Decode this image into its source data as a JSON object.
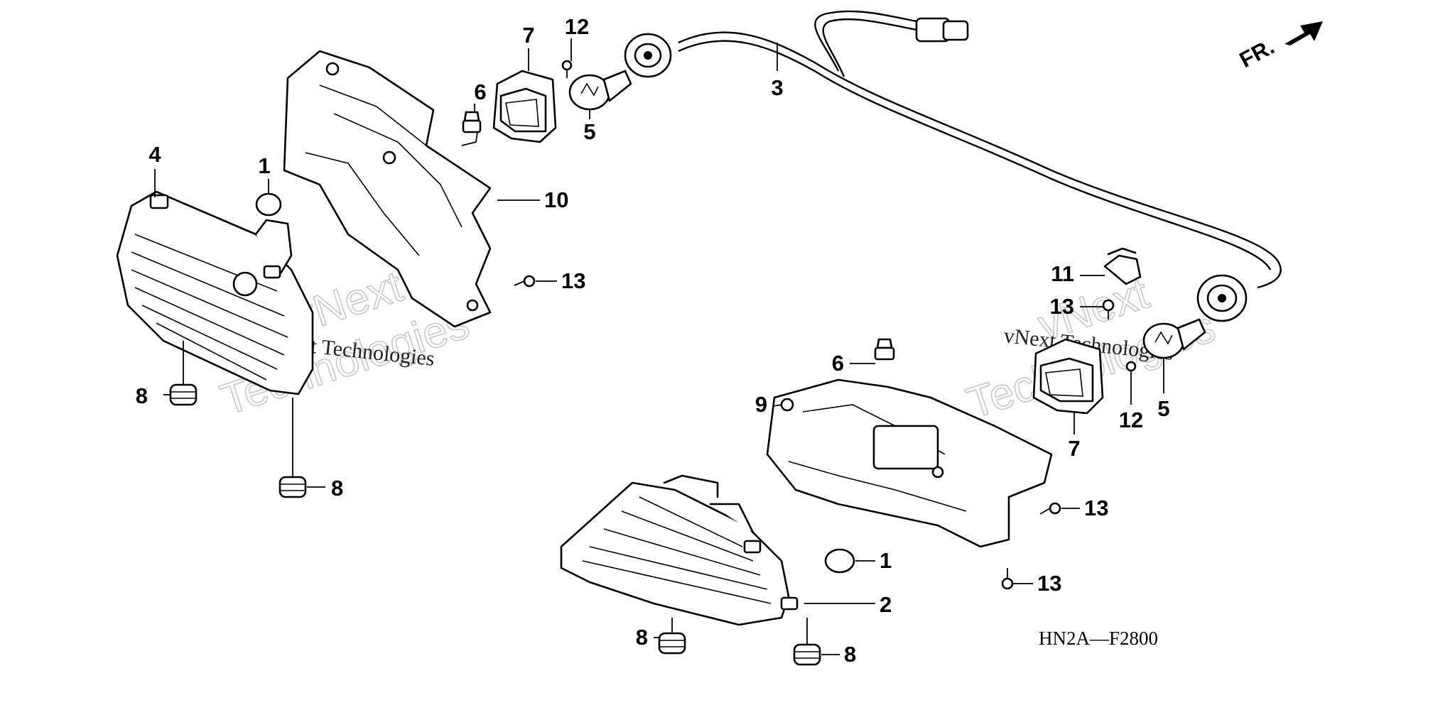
{
  "diagram": {
    "code": "HN2A—F2800",
    "direction_label": "FR.",
    "watermark_lines": [
      "vNext",
      "Technologies"
    ],
    "watermark_small": "vNext Technologies",
    "callouts": {
      "c1a": "1",
      "c1b": "1",
      "c2": "2",
      "c3": "3",
      "c4": "4",
      "c5a": "5",
      "c5b": "5",
      "c6a": "6",
      "c6b": "6",
      "c7a": "7",
      "c7b": "7",
      "c8a": "8",
      "c8b": "8",
      "c8c": "8",
      "c8d": "8",
      "c9": "9",
      "c10": "10",
      "c11": "11",
      "c12a": "12",
      "c12b": "12",
      "c13a": "13",
      "c13b": "13",
      "c13c": "13",
      "c13d": "13"
    }
  }
}
